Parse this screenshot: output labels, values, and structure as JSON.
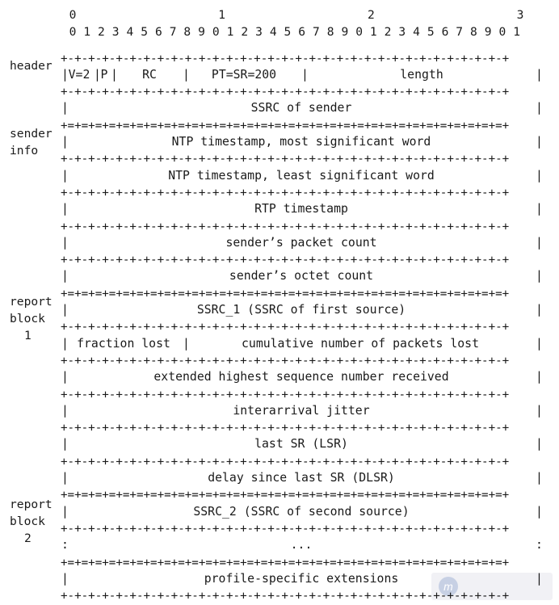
{
  "bit_header": {
    "tens": [
      "0",
      "1",
      "2",
      "3"
    ],
    "units": [
      "0",
      "1",
      "2",
      "3",
      "4",
      "5",
      "6",
      "7",
      "8",
      "9",
      "0",
      "1",
      "2",
      "3",
      "4",
      "5",
      "6",
      "7",
      "8",
      "9",
      "0",
      "1",
      "2",
      "3",
      "4",
      "5",
      "6",
      "7",
      "8",
      "9",
      "0",
      "1"
    ]
  },
  "border_line": "+-+-+-+-+-+-+-+-+-+-+-+-+-+-+-+-+-+-+-+-+-+-+-+-+-+-+-+-+-+-+-+-+",
  "major_border_line": "+=+=+=+=+=+=+=+=+=+=+=+=+=+=+=+=+=+=+=+=+=+=+=+=+=+=+=+=+=+=+=+=+",
  "section_labels": [
    "header",
    "sender",
    "info",
    "report",
    "block",
    "1",
    "report",
    "block",
    "2"
  ],
  "header_fields": [
    "V=2",
    "P",
    "RC",
    "PT=SR=200",
    "length"
  ],
  "words": [
    "SSRC of sender",
    "NTP timestamp, most significant word",
    "NTP timestamp, least significant word",
    "RTP timestamp",
    "sender’s packet count",
    "sender’s octet count",
    "SSRC_1 (SSRC of first source)",
    "fraction lost",
    "cumulative number of packets lost",
    "extended highest sequence number received",
    "interarrival jitter",
    "last SR (LSR)",
    "delay since last SR (DLSR)",
    "SSRC_2 (SSRC of second source)",
    "...",
    "profile-specific extensions"
  ],
  "separator_bar": "|",
  "separator_colon": ":",
  "colors": {
    "ink": "#1a1a1a",
    "background": "#ffffff",
    "watermark": "#b9c4dc"
  },
  "watermark_icon": "im-logo-icon"
}
